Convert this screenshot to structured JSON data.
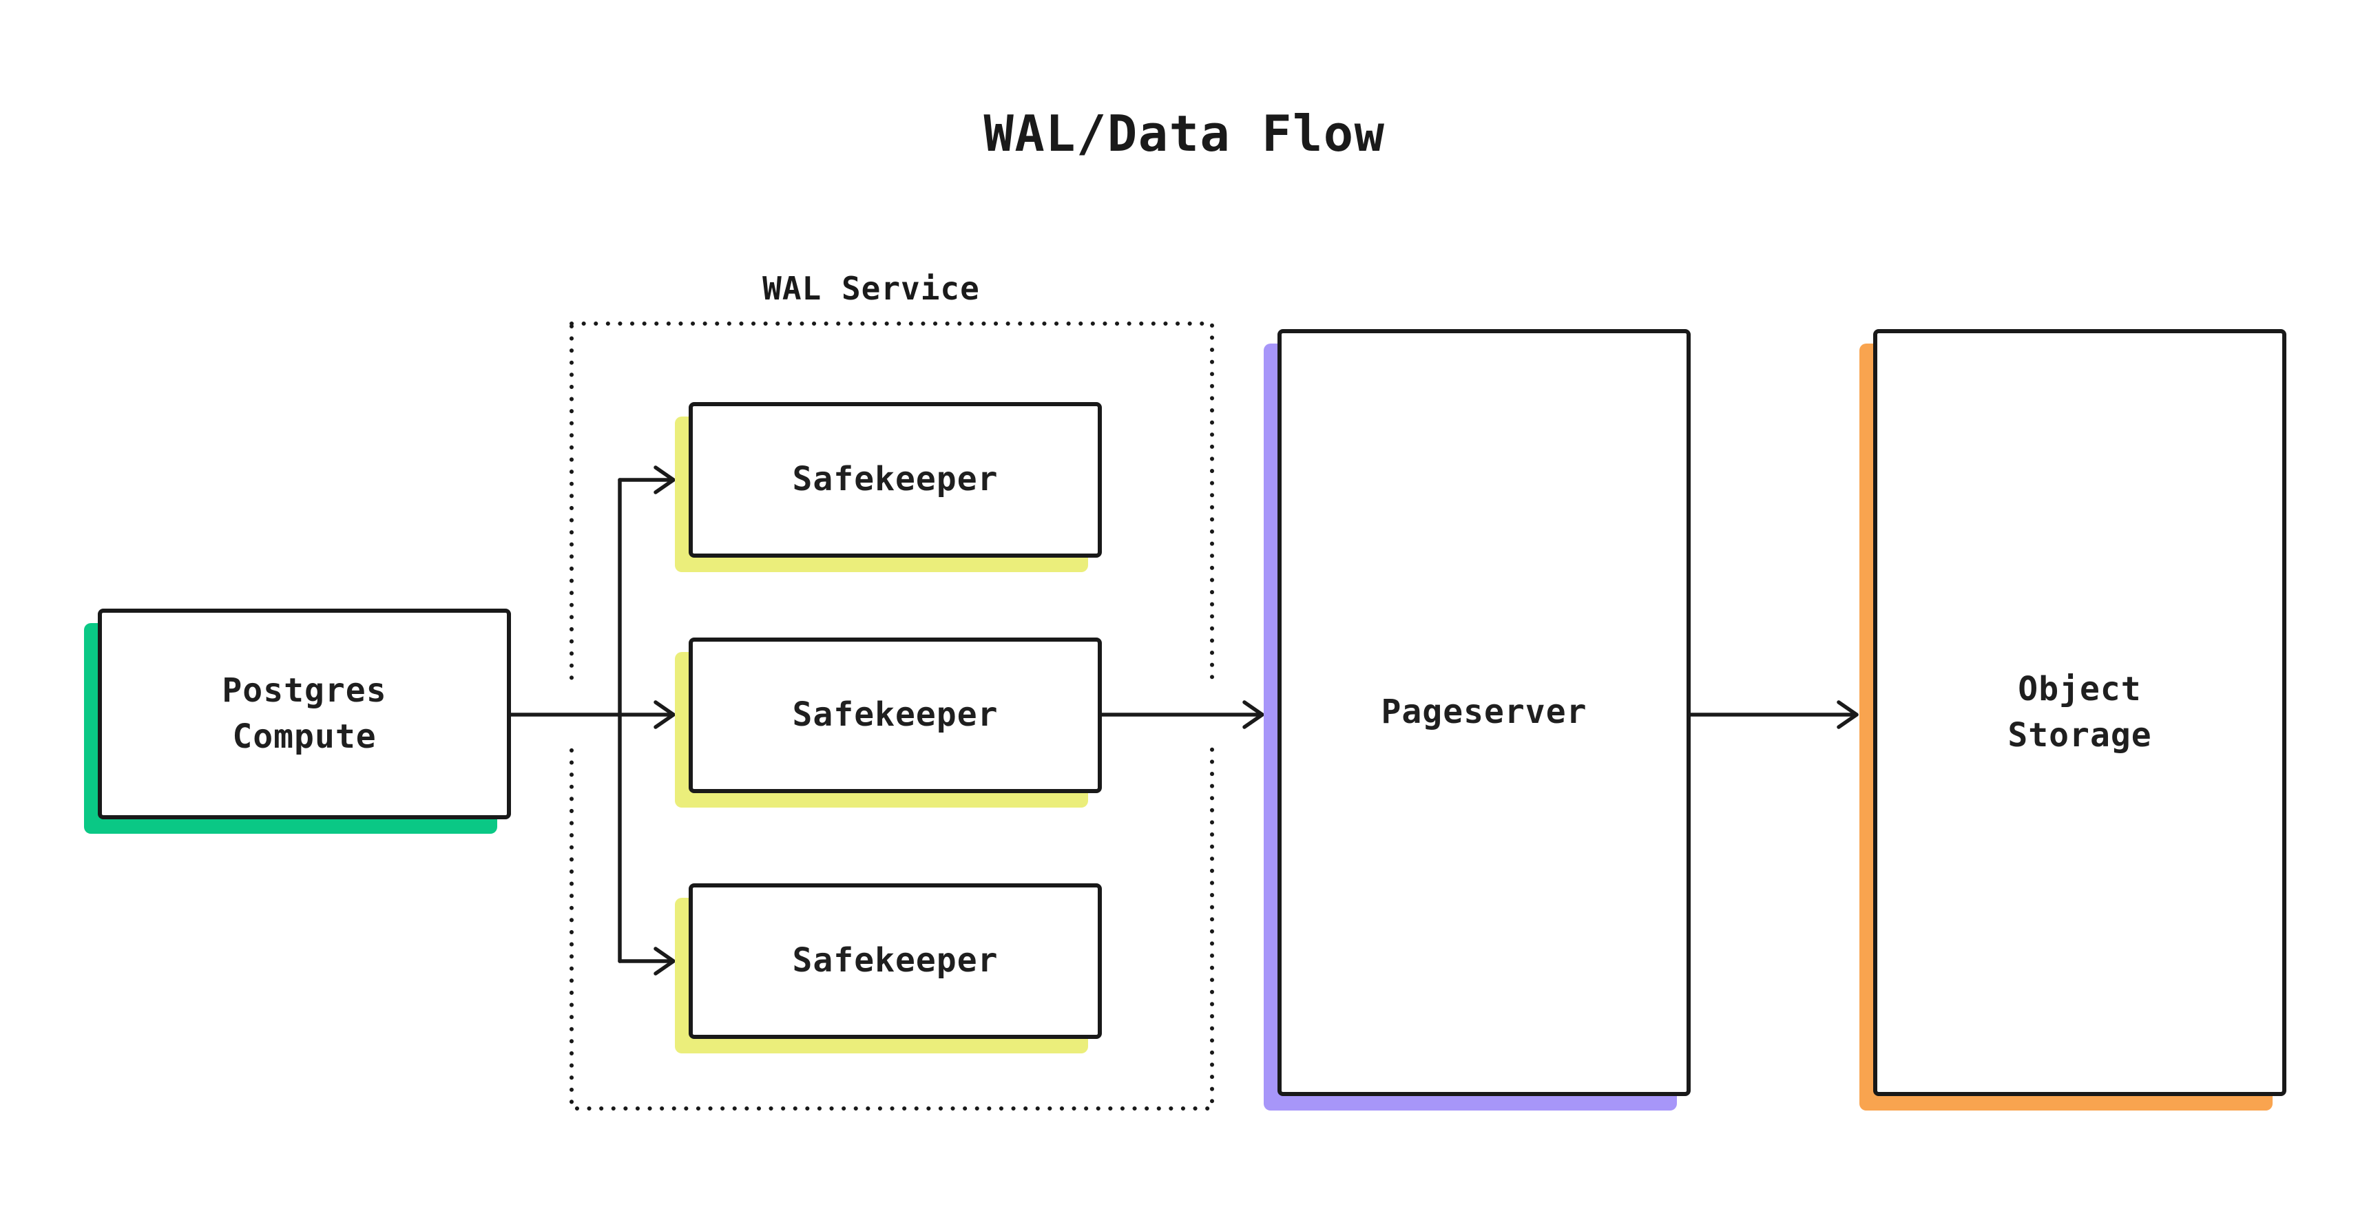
{
  "diagram": {
    "title": "WAL/Data Flow",
    "ink_color": "#191919",
    "background_color": "#ffffff",
    "containers": {
      "wal_service": {
        "label": "WAL Service",
        "border_style": "dotted"
      }
    },
    "nodes": {
      "postgres_compute": {
        "label": "Postgres\nCompute",
        "accent_color": "#0ac885"
      },
      "safekeeper_1": {
        "label": "Safekeeper",
        "accent_color": "#ebee7b"
      },
      "safekeeper_2": {
        "label": "Safekeeper",
        "accent_color": "#ebee7b"
      },
      "safekeeper_3": {
        "label": "Safekeeper",
        "accent_color": "#ebee7b"
      },
      "pageserver": {
        "label": "Pageserver",
        "accent_color": "#a796f9"
      },
      "object_storage": {
        "label": "Object\nStorage",
        "accent_color": "#f9a44f"
      }
    },
    "edges": [
      {
        "from": "postgres_compute",
        "to": "safekeeper_1"
      },
      {
        "from": "postgres_compute",
        "to": "safekeeper_2"
      },
      {
        "from": "postgres_compute",
        "to": "safekeeper_3"
      },
      {
        "from": "safekeeper_2",
        "to": "pageserver"
      },
      {
        "from": "pageserver",
        "to": "object_storage"
      }
    ]
  }
}
